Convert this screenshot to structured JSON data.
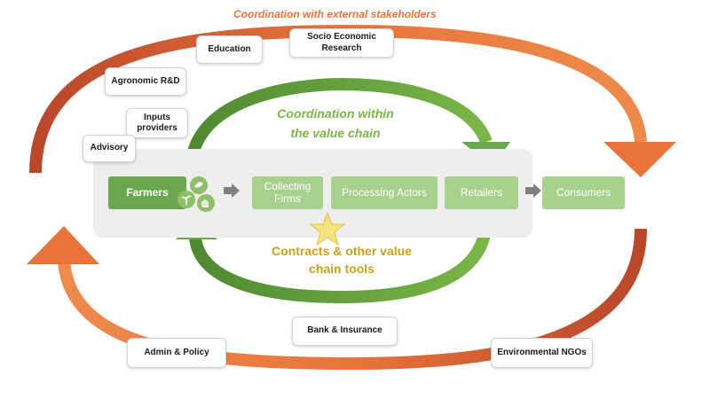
{
  "external_title": "Coordination  with external stakeholders",
  "internal_title_line1": "Coordination within",
  "internal_title_line2": "the value chain",
  "contracts_line1": "Contracts & other value",
  "contracts_line2": "chain tools",
  "stakeholders": {
    "education": "Education",
    "socio_line1": "Socio Economic",
    "socio_line2": "Research",
    "agronomic": "Agronomic R&D",
    "inputs_line1": "Inputs",
    "inputs_line2": "providers",
    "advisory": "Advisory",
    "bank": "Bank & Insurance",
    "admin": "Admin & Policy",
    "ngos": "Environmental  NGOs"
  },
  "chain": {
    "farmers": "Farmers",
    "collecting_line1": "Collecting",
    "collecting_line2": "Firms",
    "processing": "Processing Actors",
    "retailers": "Retailers",
    "consumers": "Consumers"
  },
  "colors": {
    "orange": "#e8743b",
    "orange_dark": "#c0502a",
    "green_dark": "#6aa84f",
    "green_light": "#a9d18e",
    "gold": "#c8a217",
    "gray_arrow": "#808080"
  },
  "icons": [
    "leaf-icon",
    "plant-icon",
    "hand-icon",
    "star-icon"
  ]
}
